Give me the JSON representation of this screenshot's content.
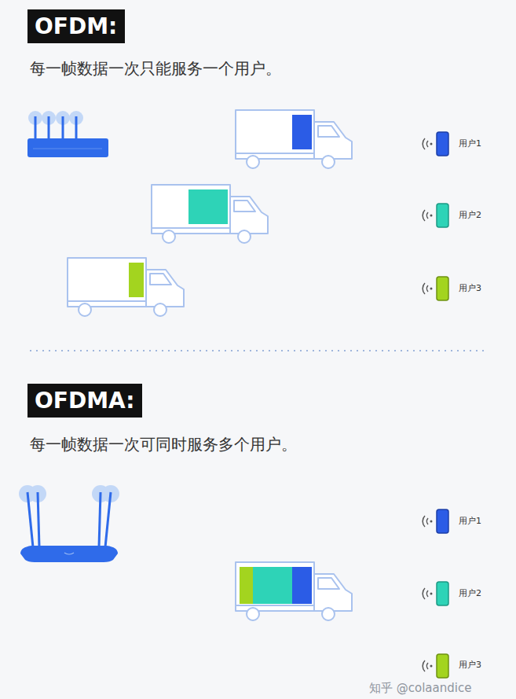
{
  "diagram": {
    "nodes": [
      {
        "text": [
          "OFDM:"
        ]
      },
      {
        "text": [
          "OFDMA:"
        ]
      }
    ],
    "labels": [
      "每一帧数据一次只能服务一个用户。",
      "用户1",
      "用户2",
      "用户3",
      "每一帧数据一次可同时服务多个用户。",
      "用户1",
      "用户2",
      "用户3",
      "知乎 @colaandice"
    ]
  }
}
